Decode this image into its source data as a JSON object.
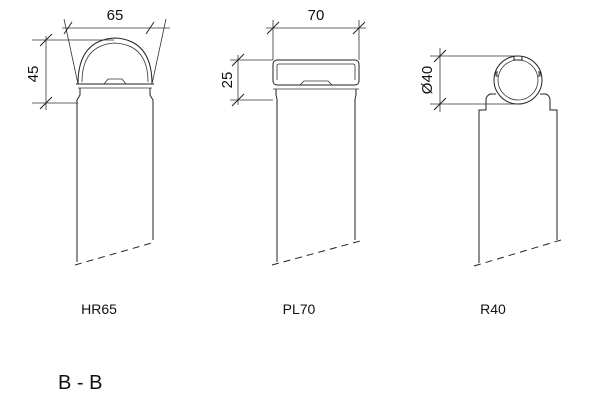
{
  "profiles": [
    {
      "name": "HR65",
      "width_dim": "65",
      "height_dim": "45"
    },
    {
      "name": "PL70",
      "width_dim": "70",
      "height_dim": "25"
    },
    {
      "name": "R40",
      "diameter_dim": "Ø40"
    }
  ],
  "section_label": "B - B"
}
